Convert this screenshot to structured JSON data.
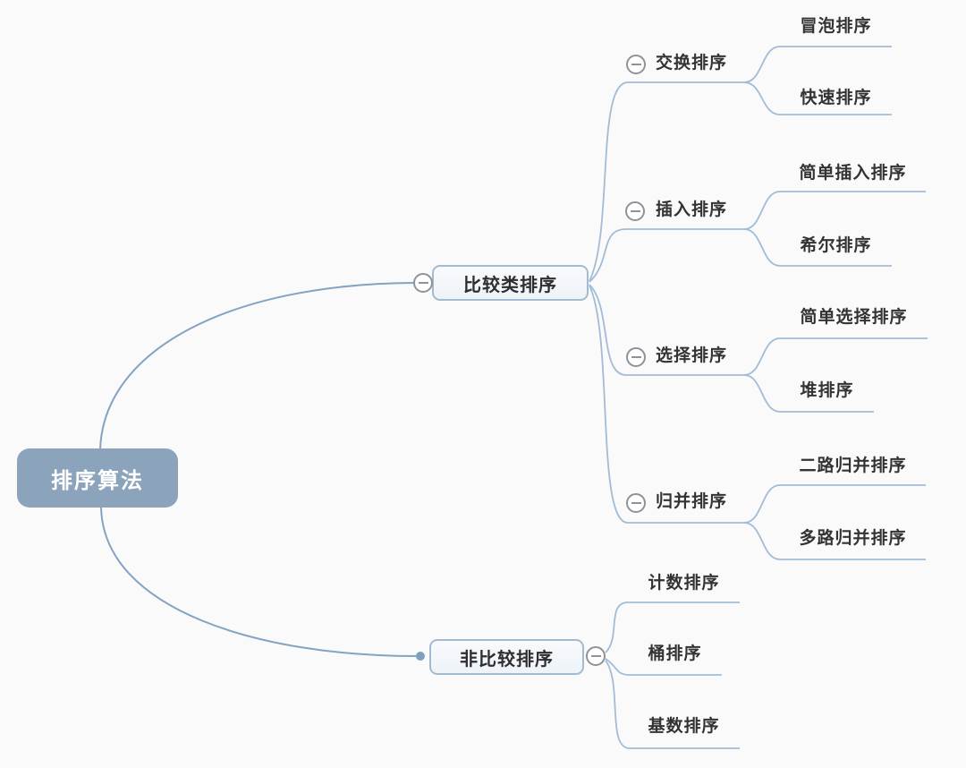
{
  "diagram": {
    "type": "mindmap",
    "title": "排序算法",
    "colors": {
      "background": "#fafafa",
      "root_fill": "#8ba4bb",
      "root_text": "#ffffff",
      "branch_box_border": "#a3bbd0",
      "branch_box_fill": "#f4f7fa",
      "main_arc_line": "#84a2c1",
      "branch_line": "#a2bcd5",
      "collapse_icon_gray": "#8f9398",
      "join_dot_blue": "#7da0c0",
      "label_text": "#333333"
    }
  },
  "tree": {
    "root": {
      "label": "排序算法"
    },
    "branches": [
      {
        "label": "比较类排序",
        "children": [
          {
            "label": "交换排序",
            "children": [
              {
                "label": "冒泡排序"
              },
              {
                "label": "快速排序"
              }
            ]
          },
          {
            "label": "插入排序",
            "children": [
              {
                "label": "简单插入排序"
              },
              {
                "label": "希尔排序"
              }
            ]
          },
          {
            "label": "选择排序",
            "children": [
              {
                "label": "简单选择排序"
              },
              {
                "label": "堆排序"
              }
            ]
          },
          {
            "label": "归并排序",
            "children": [
              {
                "label": "二路归并排序"
              },
              {
                "label": "多路归并排序"
              }
            ]
          }
        ]
      },
      {
        "label": "非比较排序",
        "children": [
          {
            "label": "计数排序"
          },
          {
            "label": "桶排序"
          },
          {
            "label": "基数排序"
          }
        ]
      }
    ]
  }
}
